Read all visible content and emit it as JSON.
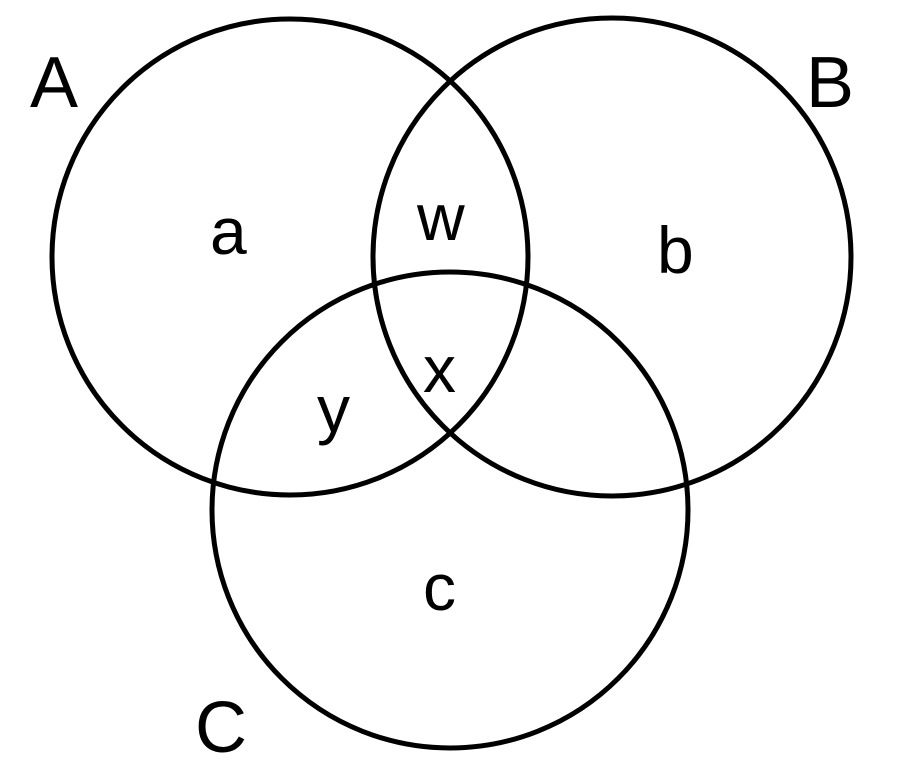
{
  "diagram": {
    "sets": {
      "a_label": "A",
      "b_label": "B",
      "c_label": "C"
    },
    "regions": {
      "a_only": "a",
      "b_only": "b",
      "c_only": "c",
      "a_and_b": "w",
      "a_and_c": "y",
      "all_three": "x"
    },
    "stroke_color": "#000000",
    "background_color": "#ffffff"
  }
}
